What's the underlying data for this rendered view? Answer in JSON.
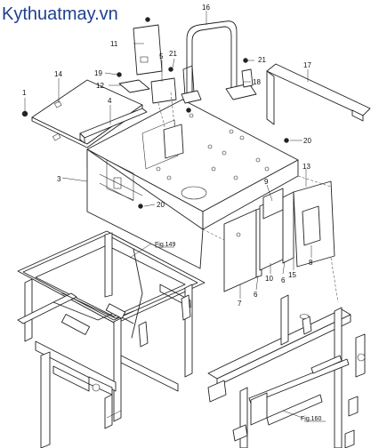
{
  "watermark": "Kythuatmay.vn",
  "callouts": [
    {
      "id": "c1",
      "text": "1"
    },
    {
      "id": "c3",
      "text": "3"
    },
    {
      "id": "c4",
      "text": "4"
    },
    {
      "id": "c5",
      "text": "5"
    },
    {
      "id": "c6a",
      "text": "6"
    },
    {
      "id": "c6b",
      "text": "6"
    },
    {
      "id": "c7",
      "text": "7"
    },
    {
      "id": "c8",
      "text": "8"
    },
    {
      "id": "c9",
      "text": "9"
    },
    {
      "id": "c10",
      "text": "10"
    },
    {
      "id": "c11",
      "text": "11"
    },
    {
      "id": "c12",
      "text": "12"
    },
    {
      "id": "c13",
      "text": "13"
    },
    {
      "id": "c14",
      "text": "14"
    },
    {
      "id": "c15",
      "text": "15"
    },
    {
      "id": "c16",
      "text": "16"
    },
    {
      "id": "c17",
      "text": "17"
    },
    {
      "id": "c18",
      "text": "18"
    },
    {
      "id": "c19",
      "text": "19"
    },
    {
      "id": "c20a",
      "text": "20"
    },
    {
      "id": "c20b",
      "text": "20"
    },
    {
      "id": "c21a",
      "text": "21"
    },
    {
      "id": "c21b",
      "text": "21"
    }
  ],
  "figure_refs": [
    {
      "id": "f149",
      "text": "Fig.149"
    },
    {
      "id": "f160",
      "text": "Fig.160"
    }
  ],
  "colors": {
    "watermark": "#1f3f8f",
    "line": "#222222",
    "background": "#ffffff"
  }
}
